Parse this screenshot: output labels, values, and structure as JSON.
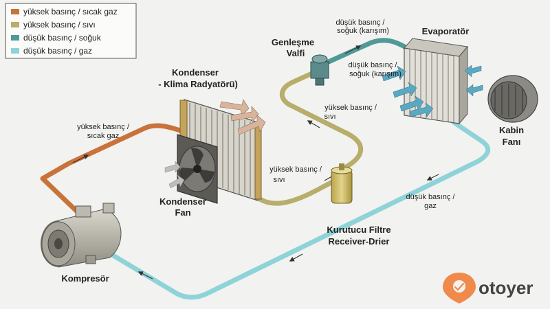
{
  "legend": {
    "items": [
      {
        "label": "yüksek basınç / sıcak gaz",
        "color": "#c8733a"
      },
      {
        "label": "yüksek basınç / sıvı",
        "color": "#b8ad6a"
      },
      {
        "label": "düşük basınç / soğuk",
        "color": "#4f9a96"
      },
      {
        "label": "düşük basınç / gaz",
        "color": "#8ed3d8"
      }
    ]
  },
  "components": {
    "kondenser_l1": "Kondenser",
    "kondenser_l2": "- Klima Radyatörü)",
    "genlesme_l1": "Genleşme",
    "genlesme_l2": "Valfi",
    "evaporator": "Evaporatör",
    "kabin_l1": "Kabin",
    "kabin_l2": "Fanı",
    "kondfan_l1": "Kondenser",
    "kondfan_l2": "Fan",
    "kurutucu_l1": "Kurutucu Filtre",
    "kurutucu_l2": "Receiver-Drier",
    "kompresor": "Kompresör"
  },
  "flow_labels": {
    "yb_sicak_l1": "yüksek basınç /",
    "yb_sicak_l2": "sıcak gaz",
    "db_soguk_top_l1": "düşük basınç /",
    "db_soguk_top_l2": "soğuk (karışım)",
    "db_soguk_mid_l1": "düşük basınç /",
    "db_soguk_mid_l2": "soğuk (karışım)",
    "yb_sivi_r_l1": "yüksek basınç /",
    "yb_sivi_r_l2": "sıvı",
    "yb_sivi_c_l1": "yüksek basınç /",
    "yb_sivi_c_l2": "sıvı",
    "db_gaz_l1": "düşük basınç /",
    "db_gaz_l2": "gaz"
  },
  "brand": {
    "name": "otoyer",
    "color": "#f08a4b"
  }
}
